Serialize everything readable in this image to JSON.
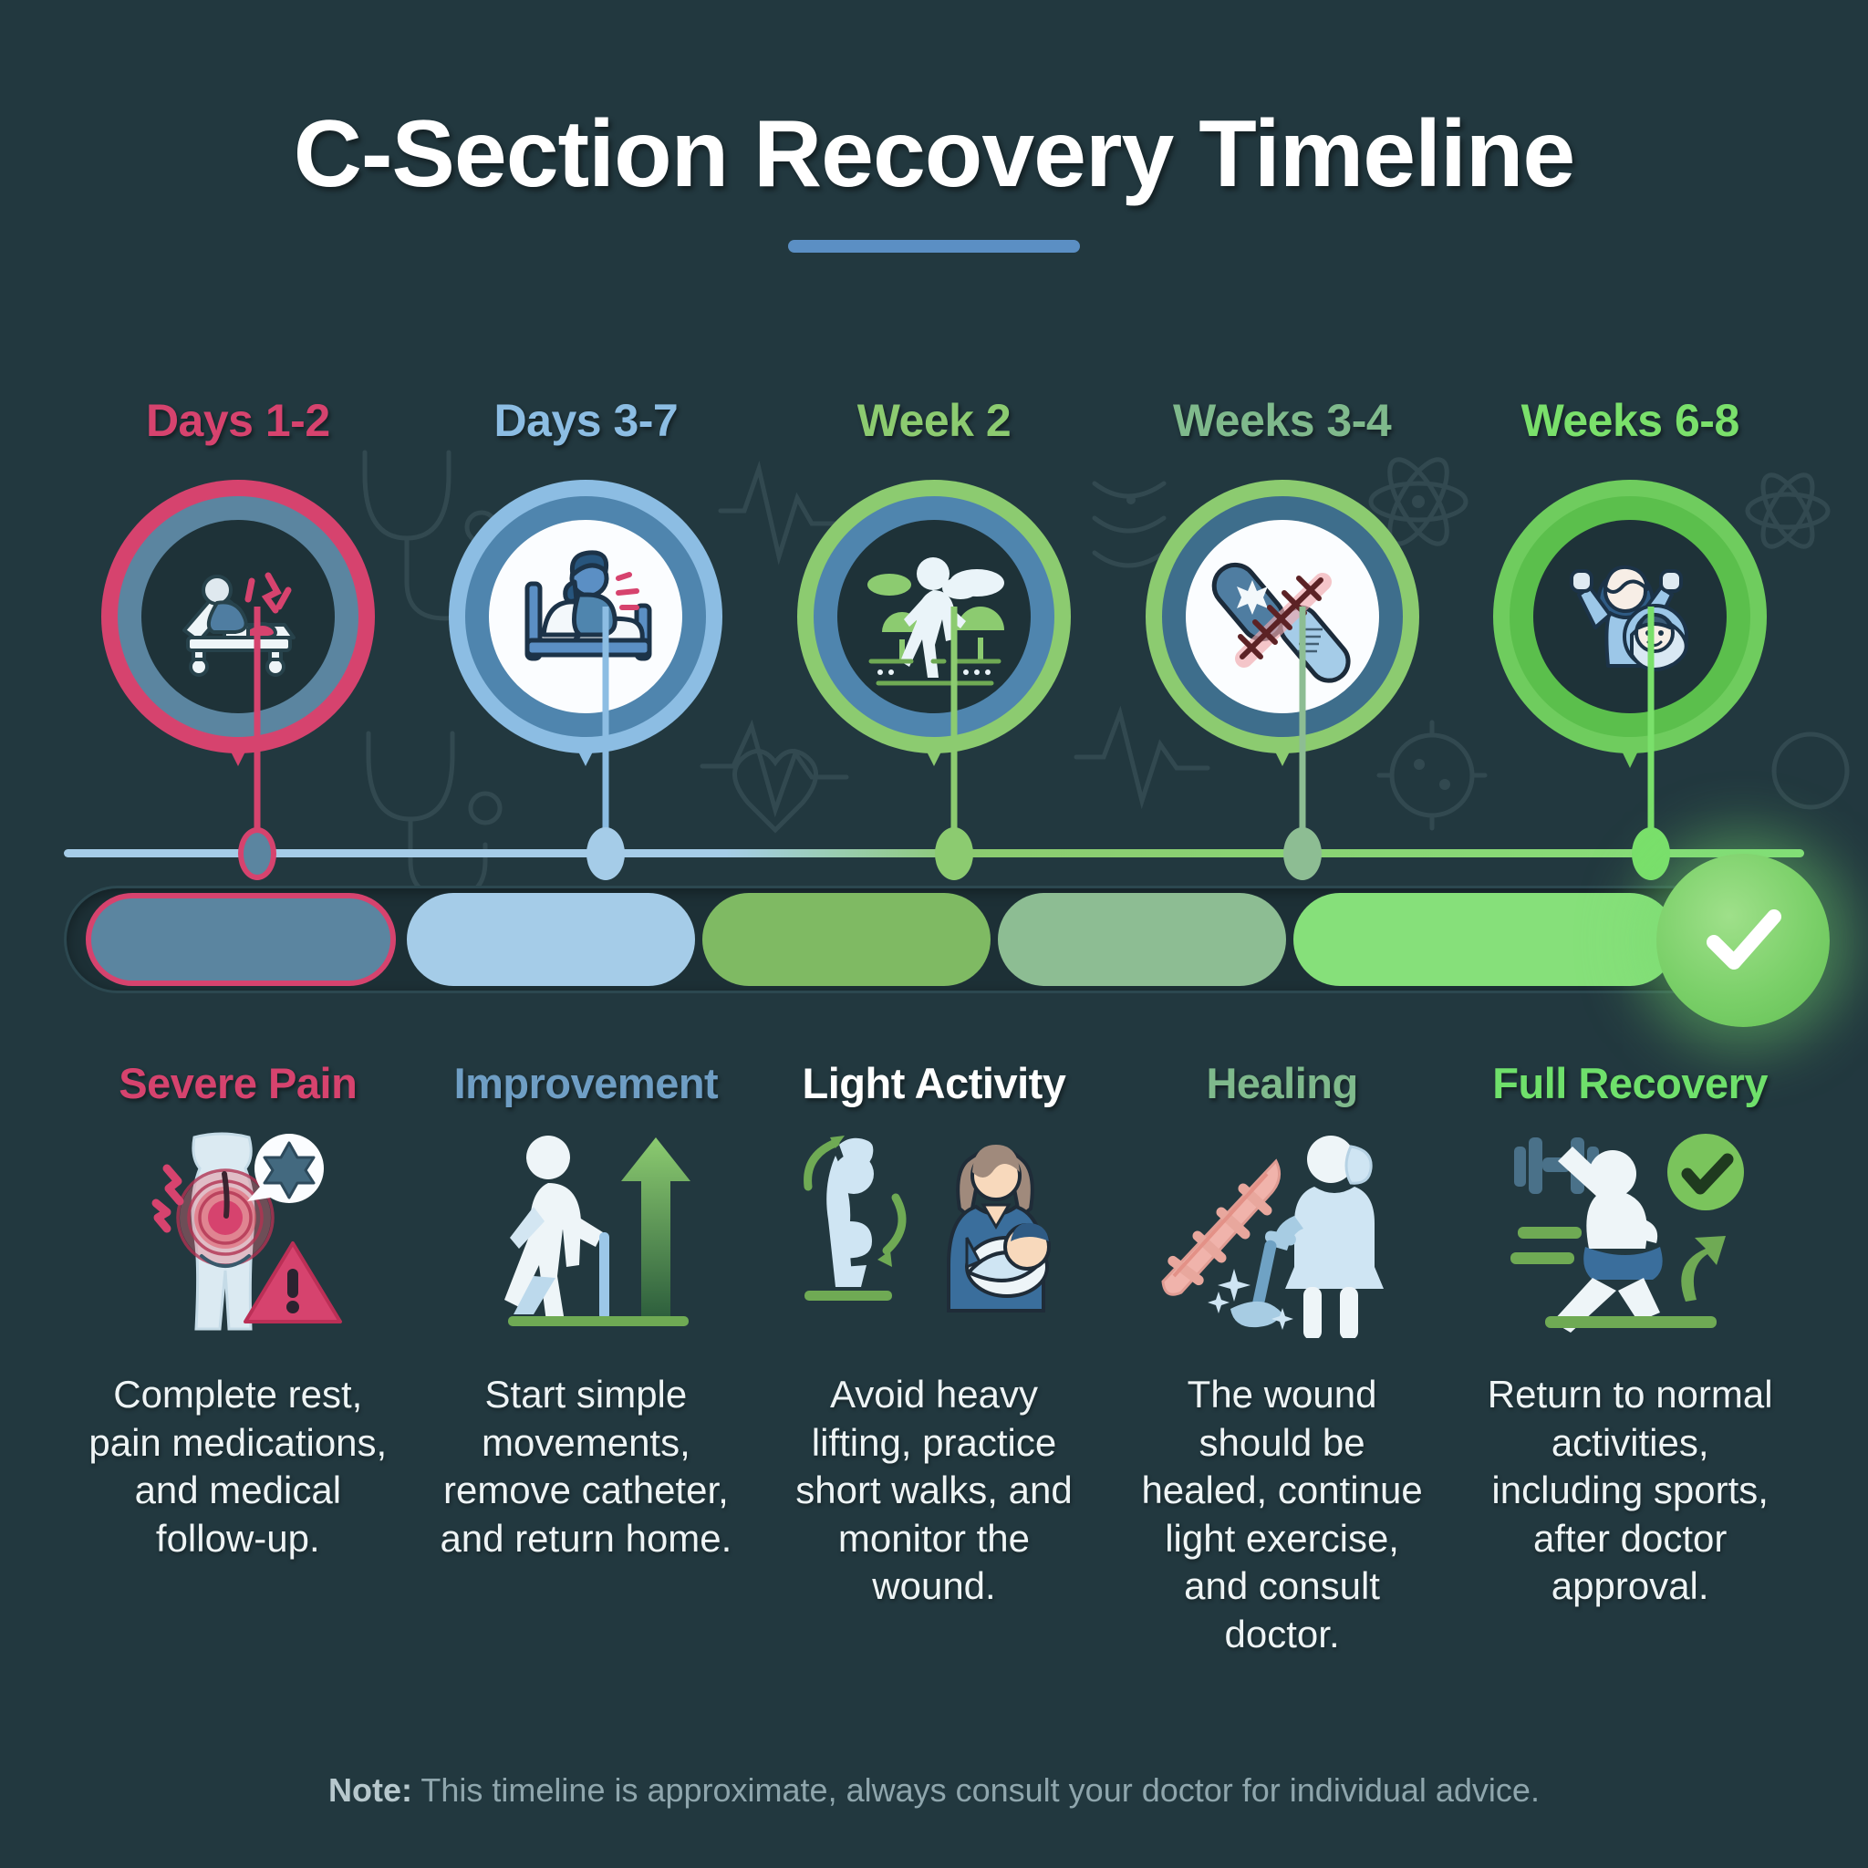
{
  "header": {
    "title": "C-Section Recovery Timeline",
    "accent_color": "#5b8fc4"
  },
  "phases": [
    {
      "label": "Days 1-2",
      "color": "#d6436e",
      "icon": "hospital-bed-pain-icon"
    },
    {
      "label": "Days 3-7",
      "color": "#8cbde3",
      "icon": "sitting-up-in-bed-icon"
    },
    {
      "label": "Week 2",
      "color": "#8ccb70",
      "icon": "walking-in-park-icon"
    },
    {
      "label": "Weeks 3-4",
      "color": "#7fb98c",
      "icon": "bandage-suture-icon"
    },
    {
      "label": "Weeks 6-8",
      "color": "#7ae06b",
      "icon": "mother-with-baby-icon"
    }
  ],
  "timeline": {
    "segments": [
      {
        "fill": "#5b85a0",
        "outline": "#d6436e"
      },
      {
        "fill": "#a5cce8",
        "outline": "none"
      },
      {
        "fill": "#7fba63",
        "outline": "none"
      },
      {
        "fill": "#8dbd93",
        "outline": "none"
      },
      {
        "fill": "#86e07a",
        "outline": "none"
      }
    ],
    "nodes": [
      "#d6436e",
      "#a5cce8",
      "#8ccb70",
      "#8dbd93",
      "#7ae06b"
    ],
    "end_icon": "check-icon",
    "end_color": "#7bd069"
  },
  "stages": [
    {
      "title": "Severe Pain",
      "title_color": "#d6436e",
      "icon": "abdominal-pain-warning-icon",
      "description": "Complete rest, pain medications, and medical follow-up."
    },
    {
      "title": "Improvement",
      "title_color": "#6f9ec4",
      "icon": "walking-with-cane-up-arrow-icon",
      "description": "Start simple movements, remove catheter, and return home."
    },
    {
      "title": "Light Activity",
      "title_color": "#ffffff",
      "icon": "stretching-mother-baby-icon",
      "description": "Avoid heavy lifting, practice short walks, and monitor the wound."
    },
    {
      "title": "Healing",
      "title_color": "#7fb98c",
      "icon": "healing-scar-housework-icon",
      "description": "The wound should be healed, continue light exercise, and consult doctor."
    },
    {
      "title": "Full Recovery",
      "title_color": "#6fe06b",
      "icon": "workout-check-icon",
      "description": "Return to normal activities, including sports, after doctor approval."
    }
  ],
  "footer": {
    "note_label": "Note:",
    "note_text": " This timeline is approximate, always consult your doctor for individual advice."
  }
}
